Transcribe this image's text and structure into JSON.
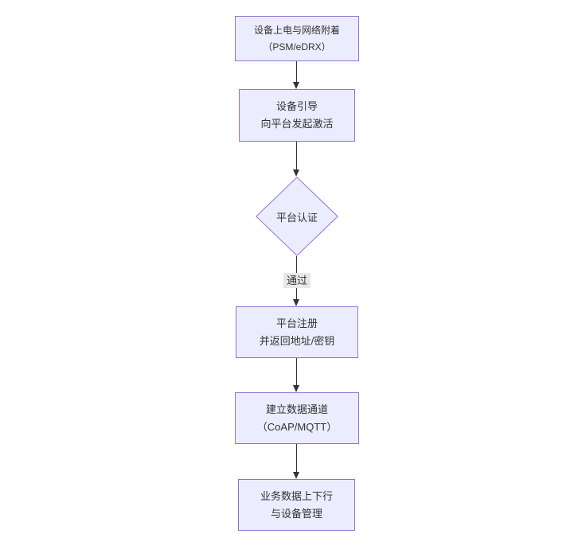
{
  "diagram": {
    "type": "flowchart-top-down",
    "colors": {
      "background": "#ffffff",
      "node_fill": "#ECECFF",
      "node_border": "#9370DB",
      "arrow_line": "#333333",
      "text": "#333333",
      "edge_label_background": "#e8e8e8"
    },
    "nodes": [
      {
        "id": "power",
        "shape": "rect",
        "lines": [
          "设备上电与网络附着",
          "（PSM/eDRX）"
        ]
      },
      {
        "id": "boot",
        "shape": "rect",
        "lines": [
          "设备引导",
          "向平台发起激活"
        ]
      },
      {
        "id": "auth",
        "shape": "diamond",
        "lines": [
          "平台认证"
        ]
      },
      {
        "id": "register",
        "shape": "rect",
        "lines": [
          "平台注册",
          "并返回地址/密钥"
        ]
      },
      {
        "id": "channel",
        "shape": "rect",
        "lines": [
          "建立数据通道",
          "（CoAP/MQTT）"
        ]
      },
      {
        "id": "business",
        "shape": "rect",
        "lines": [
          "业务数据上下行",
          "与设备管理"
        ]
      }
    ],
    "edges": [
      {
        "from": "power",
        "to": "boot",
        "label": ""
      },
      {
        "from": "boot",
        "to": "auth",
        "label": ""
      },
      {
        "from": "auth",
        "to": "register",
        "label": "通过"
      },
      {
        "from": "register",
        "to": "channel",
        "label": ""
      },
      {
        "from": "channel",
        "to": "business",
        "label": ""
      }
    ]
  }
}
